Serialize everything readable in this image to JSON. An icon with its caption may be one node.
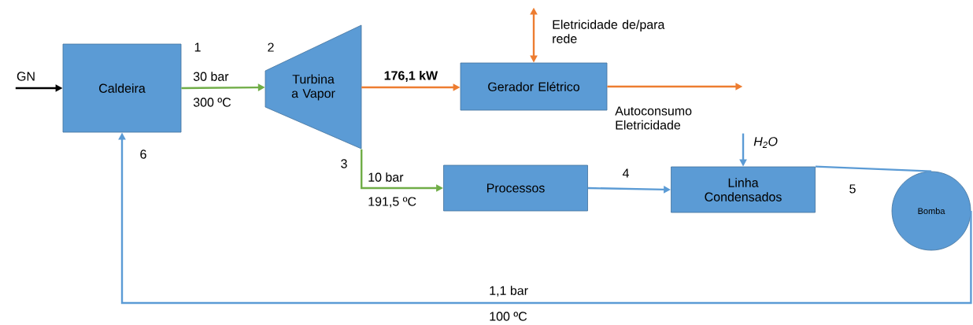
{
  "diagram": {
    "nodes": [
      {
        "text": [
          "Caldeira"
        ]
      },
      {
        "text": [
          "Turbina a Vapor"
        ]
      },
      {
        "text": [
          "Gerador Elétrico"
        ]
      },
      {
        "text": [
          "Processos"
        ]
      },
      {
        "text": [
          "Linha Condensados"
        ]
      },
      {
        "text": [
          "Bomba"
        ]
      },
      {
        "text": [
          "GN"
        ]
      }
    ],
    "edges": [
      {
        "from": 6,
        "to": 0,
        "arrow": "to",
        "color": "#000000"
      },
      {
        "from": 0,
        "to": 1,
        "arrow": "to",
        "color": "#70ad47"
      },
      {
        "from": 1,
        "to": 2,
        "arrow": "to",
        "label": "176,1 kW",
        "color": "#ed7d31"
      },
      {
        "from": 1,
        "to": 3,
        "arrow": "to",
        "color": "#70ad47"
      },
      {
        "from": 3,
        "to": 4,
        "arrow": "to",
        "color": "#5b9bd5"
      },
      {
        "from": 4,
        "to": 5,
        "arrow": "none",
        "color": "#5b9bd5"
      },
      {
        "from": 5,
        "to": 0,
        "arrow": "to",
        "color": "#5b9bd5"
      },
      {
        "from": 2,
        "to": null,
        "arrow": "both",
        "color": "#ed7d31"
      },
      {
        "from": 2,
        "to": null,
        "arrow": "to",
        "color": "#ed7d31"
      },
      {
        "from": null,
        "to": 4,
        "arrow": "to",
        "color": "#5b9bd5"
      }
    ],
    "labels": [
      "Eletricidade de/para rede",
      "1",
      "2",
      "30 bar",
      "300 ºC",
      "Autoconsumo Eletricidade",
      "H$_{2}$O",
      "6",
      "3",
      "4",
      "5",
      "10 bar",
      "191,5 ºC",
      "1,1 bar",
      "100 ºC"
    ]
  }
}
